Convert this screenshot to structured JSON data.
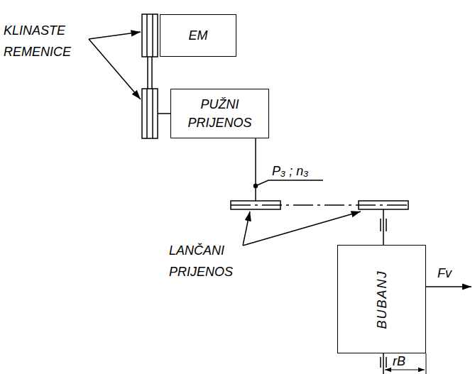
{
  "diagram": {
    "nodes": [
      {
        "text": [
          "EM"
        ]
      },
      {
        "text": [
          "PUŽNI PRIJENOS"
        ]
      },
      {
        "text": [
          "BUBANJ"
        ]
      }
    ],
    "labels": [
      "KLINASTE REMENICE",
      "P₃ ; n₃",
      "LANČANI PRIJENOS",
      "Fv",
      "rB"
    ]
  }
}
